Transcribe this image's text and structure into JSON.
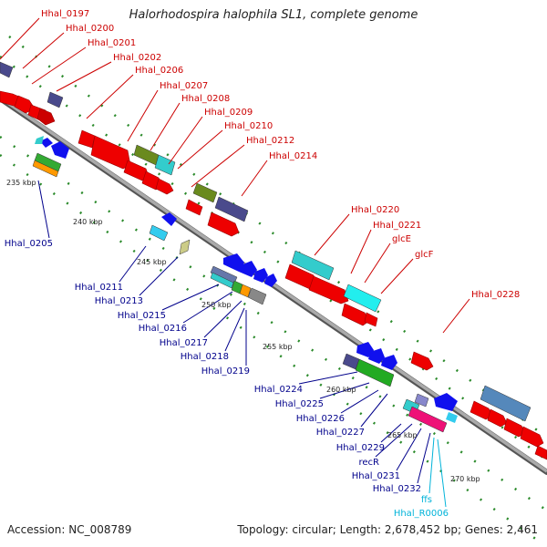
{
  "title": "Halorhodospira halophila SL1, complete genome",
  "accession_text": "Accession: NC_008789",
  "summary_text": "Topology: circular; Length: 2,678,452 bp; Genes: 2,461",
  "colors": {
    "label_red": "#cc0000",
    "label_blue": "#00008b",
    "label_cyan": "#00b3d9",
    "forward_gene": "#ee0000",
    "reverse_gene": "#1010ee",
    "cog_green": "#5a8a1e",
    "cog_purple": "#4a4a8c",
    "cog_cyan": "#33cccc",
    "rna_pink": "#ee1177",
    "axis": "#8a8a8a",
    "tick_green": "#2a8a2a"
  },
  "kbp_ticks": [
    "235 kbp",
    "240 kbp",
    "245 kbp",
    "250 kbp",
    "255 kbp",
    "260 kbp",
    "265 kbp",
    "270 kbp"
  ],
  "upper_labels": [
    "Hhal_0197",
    "Hhal_0200",
    "Hhal_0201",
    "Hhal_0202",
    "Hhal_0206",
    "Hhal_0207",
    "Hhal_0208",
    "Hhal_0209",
    "Hhal_0210",
    "Hhal_0212",
    "Hhal_0214",
    "Hhal_0220",
    "Hhal_0221",
    "glcE",
    "glcF",
    "Hhal_0228"
  ],
  "lower_labels": [
    "Hhal_0205",
    "Hhal_0211",
    "Hhal_0213",
    "Hhal_0215",
    "Hhal_0216",
    "Hhal_0217",
    "Hhal_0218",
    "Hhal_0219",
    "Hhal_0224",
    "Hhal_0225",
    "Hhal_0226",
    "Hhal_0227",
    "Hhal_0229",
    "recR",
    "Hhal_0231",
    "Hhal_0232"
  ],
  "rna_labels": [
    "ffs",
    "Hhal_R0006"
  ]
}
